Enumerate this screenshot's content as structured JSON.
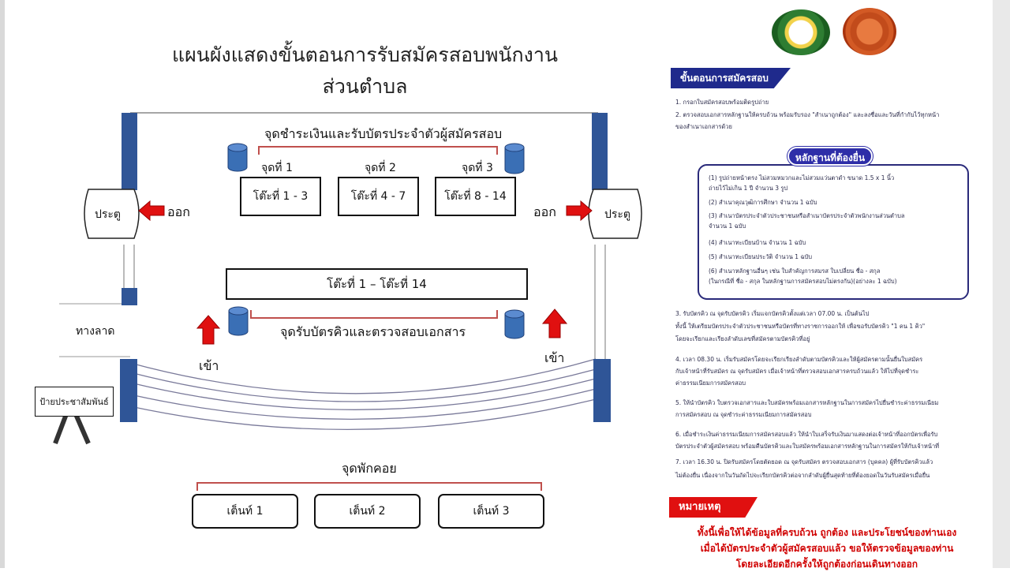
{
  "title": "แผนผังแสดงขั้นตอนการรับสมัครสอบพนักงานส่วนตำบล",
  "diagram": {
    "payment_point_label": "จุดชำระเงินและรับบัตรประจำตัวผู้สมัครสอบ",
    "points": [
      "จุดที่ 1",
      "จุดที่ 2",
      "จุดที่ 3"
    ],
    "counters_top": [
      "โต๊ะที่ 1 - 3",
      "โต๊ะที่ 4 - 7",
      "โต๊ะที่ 8 - 14"
    ],
    "counter_row": "โต๊ะที่ 1 – โต๊ะที่ 14",
    "queue_label": "จุดรับบัตรคิวและตรวจสอบเอกสาร",
    "door_left": "ประตู",
    "door_right": "ประตู",
    "exit_left": "ออก",
    "exit_right": "ออก",
    "enter_left": "เข้า",
    "enter_right": "เข้า",
    "ramp": "ทางลาด",
    "sign": "ป้ายประชาสัมพันธ์",
    "rest_label": "จุดพักคอย",
    "tents": [
      "เต็นท์ 1",
      "เต็นท์ 2",
      "เต็นท์ 3"
    ]
  },
  "panel": {
    "steps_header": "ขั้นตอนการสมัครสอบ",
    "steps_intro": [
      "1. กรอกใบสมัครสอบพร้อมติดรูปถ่าย",
      "2. ตรวจสอบเอกสารหลักฐานให้ครบถ้วน พร้อมรับรอง \"สำเนาถูกต้อง\" และลงชื่อและวันที่กำกับไว้ทุกหน้า",
      "    ของสำเนาเอกสารด้วย"
    ],
    "docs_header": "หลักฐานที่ต้องยื่น",
    "docs": [
      "(1) รูปถ่ายหน้าตรง ไม่สวมหมวกและไม่สวมแว่นตาดำ ขนาด 1.5 x 1 นิ้ว",
      "     ถ่ายไว้ไม่เกิน 1 ปี จำนวน 3 รูป",
      "(2) สำเนาคุณวุฒิการศึกษา จำนวน 1 ฉบับ",
      "(3) สำเนาบัตรประจำตัวประชาชนหรือสำเนาบัตรประจำตัวพนักงานส่วนตำบล",
      "     จำนวน 1 ฉบับ",
      "(4) สำเนาทะเบียนบ้าน จำนวน 1 ฉบับ",
      "(5) สำเนาทะเบียนประวัติ จำนวน 1 ฉบับ",
      "(6) สำเนาหลักฐานอื่นๆ เช่น ใบสำคัญการสมรส ใบเปลี่ยน ชื่อ - สกุล",
      "     (ในกรณีที่ ชื่อ - สกุล ในหลักฐานการสมัครสอบไม่ตรงกัน)(อย่างละ 1 ฉบับ)"
    ],
    "steps_more": [
      "3. รับบัตรคิว ณ จุดรับบัตรคิว เริ่มแจกบัตรคิวตั้งแต่เวลา 07.00 น. เป็นต้นไป",
      "   ทั้งนี้ ให้เตรียมบัตรประจำตัวประชาชนหรือบัตรที่ทางราชการออกให้ เพื่อขอรับบัตรคิว \"1 คน 1 คิว\"",
      "   โดยจะเรียกและเรียงลำดับเลขที่สมัครตามบัตรคิวที่อยู่",
      "4. เวลา 08.30 น. เริ่มรับสมัครโดยจะเรียกเรียงลำดับตามบัตรคิวและให้ผู้สมัครตามนั้นยื่นใบสมัคร",
      "   กับเจ้าหน้าที่รับสมัคร ณ จุดรับสมัคร เมื่อเจ้าหน้าที่ตรวจสอบเอกสารครบถ้วนแล้ว ให้ไปที่จุดชำระ",
      "   ค่าธรรมเนียมการสมัครสอบ",
      "5. ให้นำบัตรคิว ใบตรวจเอกสารและใบสมัครพร้อมเอกสารหลักฐานในการสมัครไปยื่นชำระค่าธรรมเนียม",
      "   การสมัครสอบ ณ จุดชำระค่าธรรมเนียมการสมัครสอบ",
      "6. เมื่อชำระเงินค่าธรรมเนียมการสมัครสอบแล้ว ให้นำใบเสร็จรับเงินมาแสดงต่อเจ้าหน้าที่ออกบัตรเพื่อรับ",
      "   บัตรประจำตัวผู้สมัครสอบ พร้อมคืนบัตรคิวและใบสมัครพร้อมเอกสารหลักฐานในการสมัครให้กับเจ้าหน้าที่",
      "7. เวลา 16.30 น. ปิดรับสมัครโดยตัดยอด ณ จุดรับสมัคร ตรวจสอบเอกสาร (บุคคล) ผู้ที่รับบัตรคิวแล้ว",
      "   ไม่ต้องยื่น เนื่องจากในวันถัดไปจะเรียกบัตรคิวต่อจากลำดับผู้ยื่นสุดท้ายที่ต้องยอดในวันรับสมัครเมื่อยื่น"
    ],
    "note_header": "หมายเหตุ",
    "note_lines": [
      "ทั้งนี้เพื่อให้ได้ข้อมูลที่ครบถ้วน ถูกต้อง และประโยชน์ของท่านเอง",
      "เมื่อได้บัตรประจำตัวผู้สมัครสอบแล้ว ขอให้ตรวจข้อมูลของท่าน",
      "โดยละเอียดอีกครั้งให้ถูกต้องก่อนเดินทางออก"
    ]
  },
  "colors": {
    "arrow_red": "#e01010",
    "pillar_blue": "#2f5597",
    "panel_navy": "#1f2a8c",
    "note_red": "#e01010",
    "bracket_red": "#c0504d"
  },
  "icons": [
    "seal-emblem-green",
    "seal-emblem-orange",
    "database-cylinder-icon",
    "arrow-left-icon",
    "arrow-right-icon",
    "arrow-up-icon"
  ]
}
